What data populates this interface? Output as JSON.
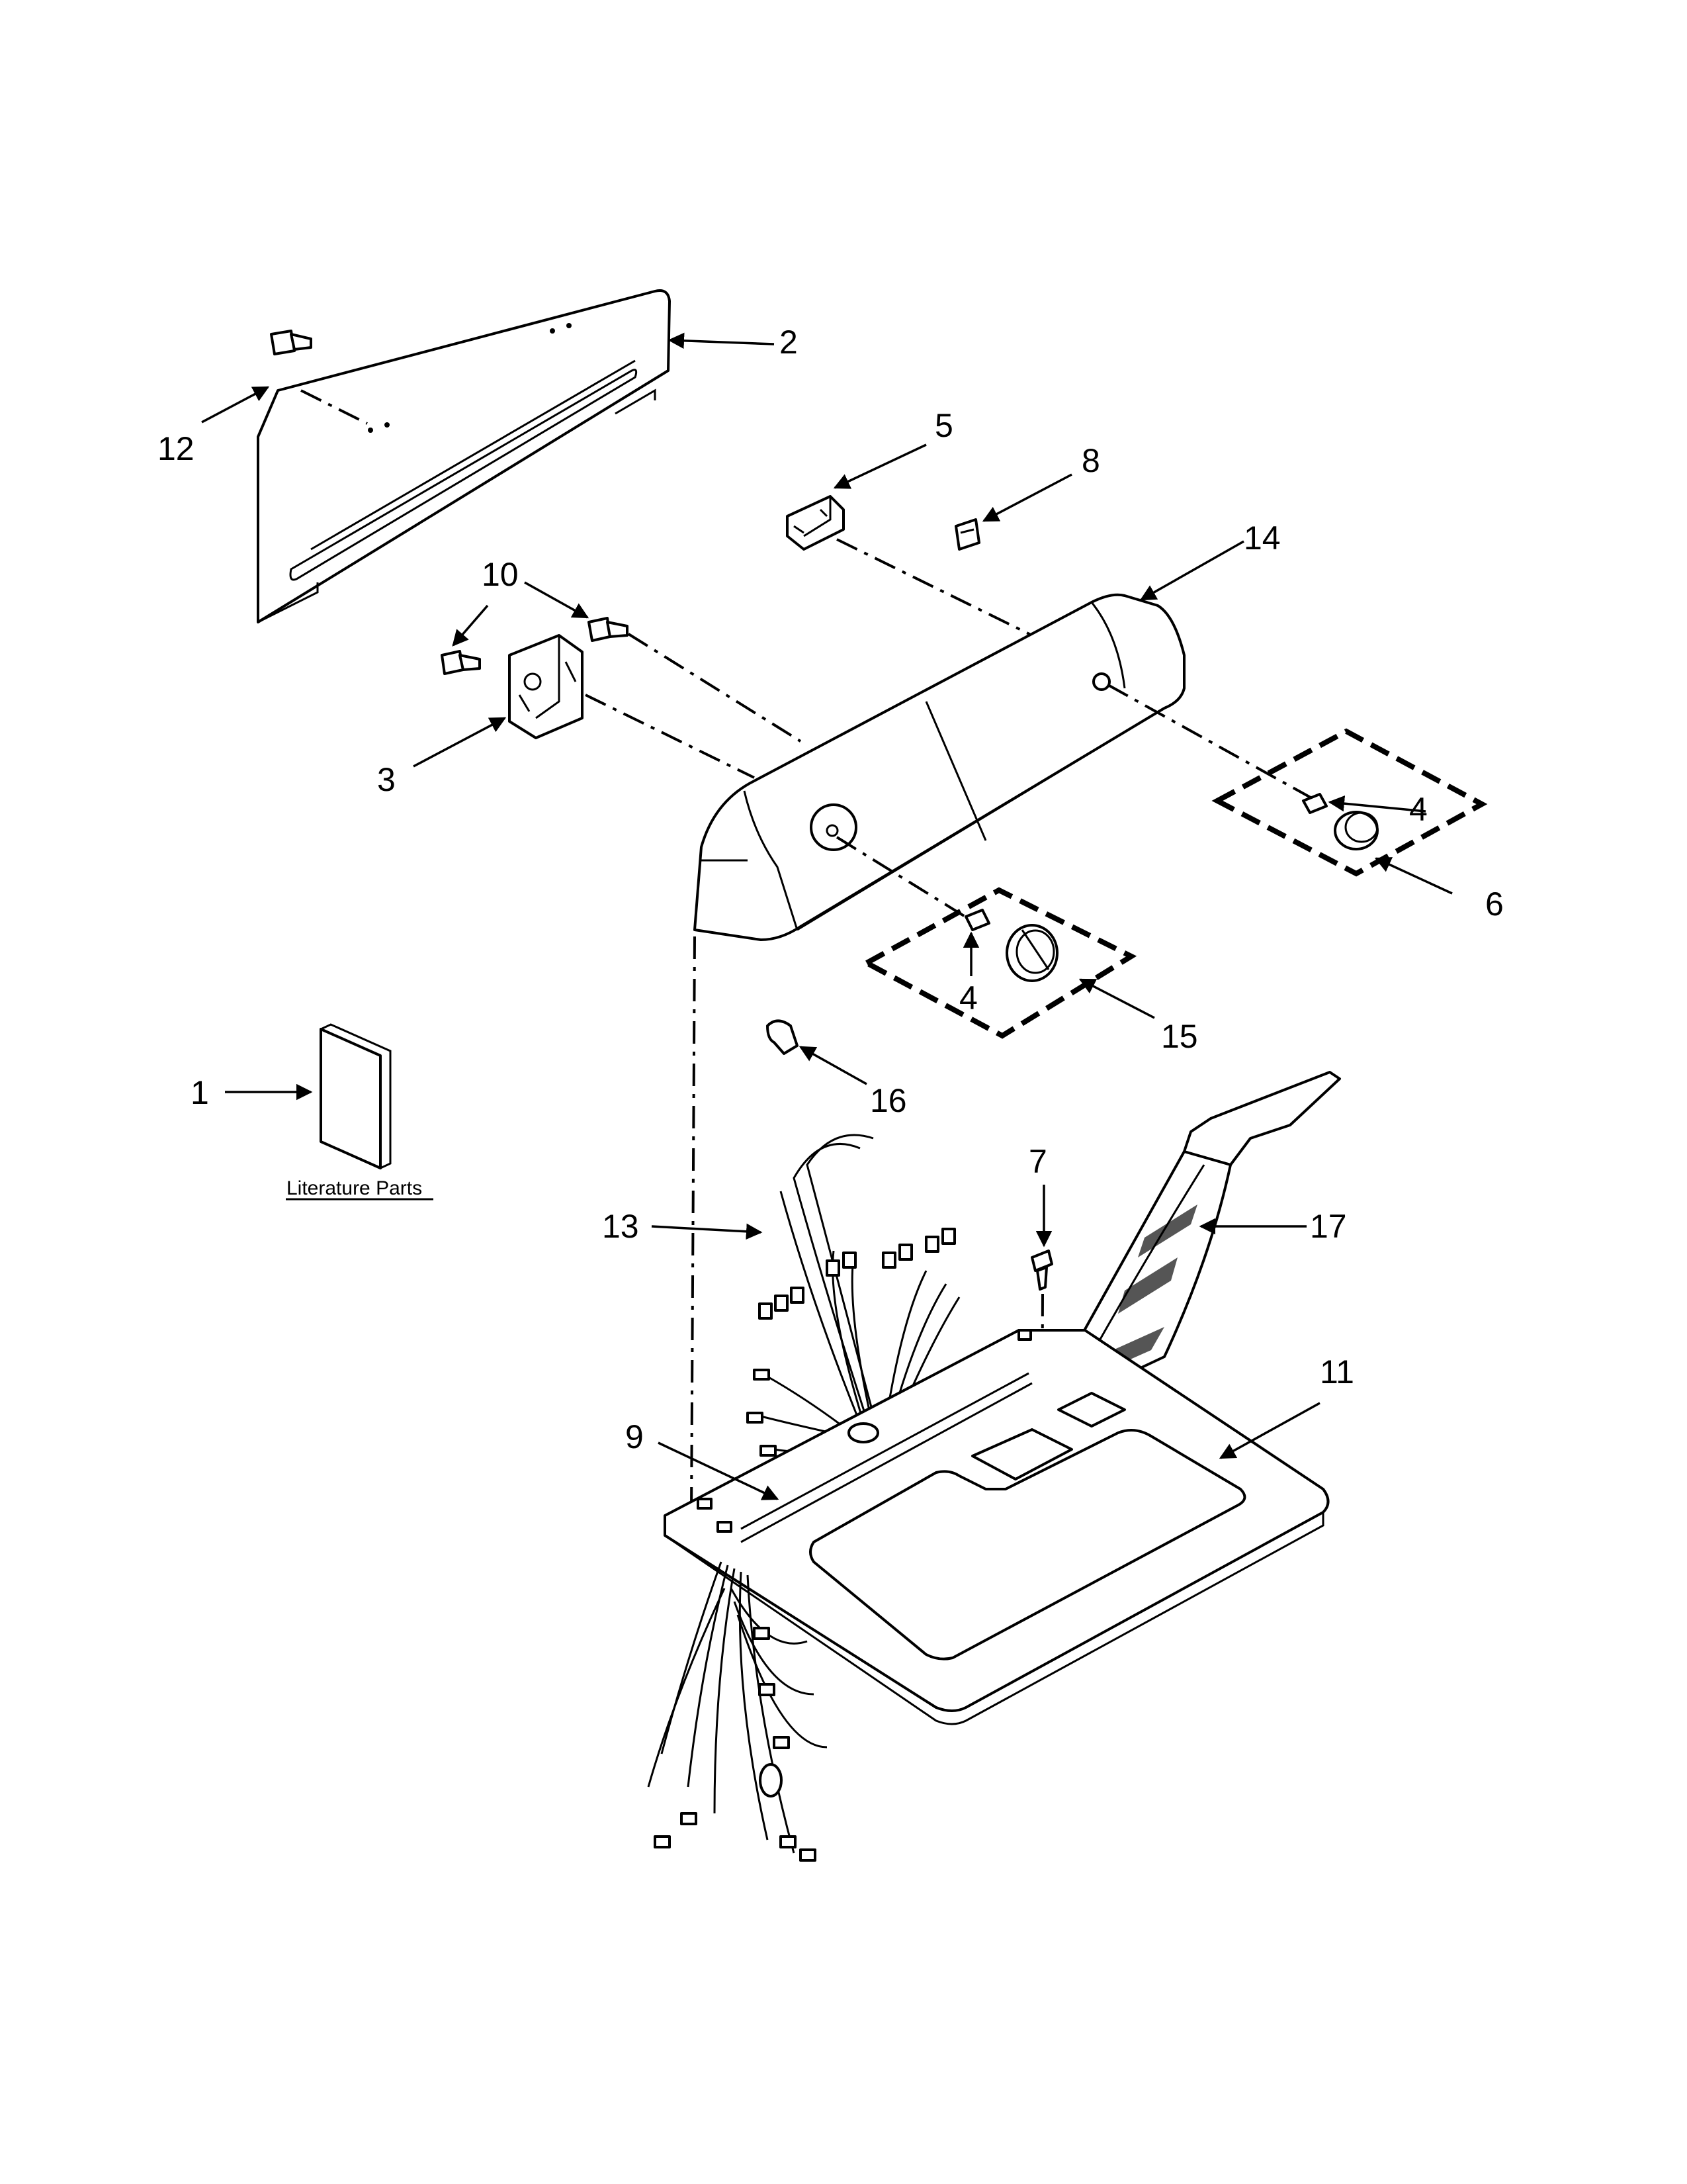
{
  "callouts": {
    "c1": "1",
    "c2": "2",
    "c3": "3",
    "c4a": "4",
    "c4b": "4",
    "c5": "5",
    "c6": "6",
    "c7": "7",
    "c8": "8",
    "c9": "9",
    "c10": "10",
    "c11": "11",
    "c12": "12",
    "c13": "13",
    "c14": "14",
    "c15": "15",
    "c16": "16",
    "c17": "17"
  },
  "literature_label": "Literature Parts"
}
